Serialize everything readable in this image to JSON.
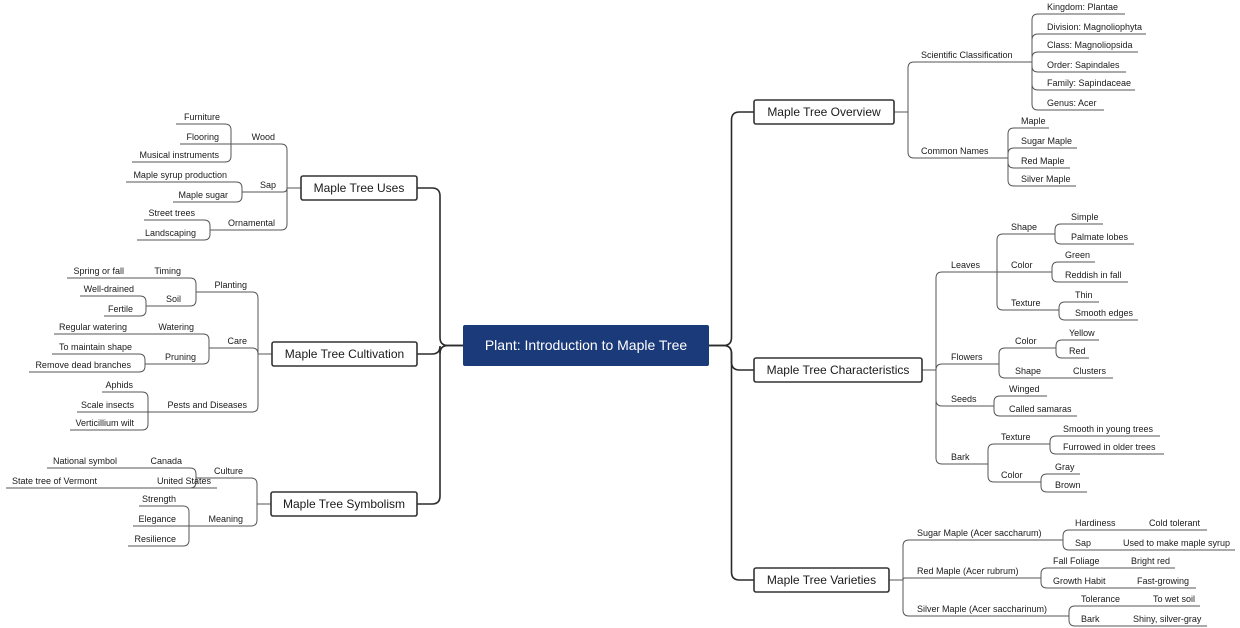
{
  "root": {
    "label": "Plant: Introduction to Maple Tree",
    "color": "#1b3a7a"
  },
  "right": [
    {
      "label": "Maple Tree Overview",
      "children": [
        {
          "label": "Scientific Classification",
          "children": [
            {
              "label": "Kingdom: Plantae"
            },
            {
              "label": "Division: Magnoliophyta"
            },
            {
              "label": "Class: Magnoliopsida"
            },
            {
              "label": "Order: Sapindales"
            },
            {
              "label": "Family: Sapindaceae"
            },
            {
              "label": "Genus: Acer"
            }
          ]
        },
        {
          "label": "Common Names",
          "children": [
            {
              "label": "Maple"
            },
            {
              "label": "Sugar Maple"
            },
            {
              "label": "Red Maple"
            },
            {
              "label": "Silver Maple"
            }
          ]
        }
      ]
    },
    {
      "label": "Maple Tree Characteristics",
      "children": [
        {
          "label": "Leaves",
          "children": [
            {
              "label": "Shape",
              "children": [
                {
                  "label": "Simple"
                },
                {
                  "label": "Palmate lobes"
                }
              ]
            },
            {
              "label": "Color",
              "children": [
                {
                  "label": "Green"
                },
                {
                  "label": "Reddish in fall"
                }
              ]
            },
            {
              "label": "Texture",
              "children": [
                {
                  "label": "Thin"
                },
                {
                  "label": "Smooth edges"
                }
              ]
            }
          ]
        },
        {
          "label": "Flowers",
          "children": [
            {
              "label": "Color",
              "children": [
                {
                  "label": "Yellow"
                },
                {
                  "label": "Red"
                }
              ]
            },
            {
              "label": "Shape",
              "children": [
                {
                  "label": "Clusters"
                }
              ]
            }
          ]
        },
        {
          "label": "Seeds",
          "children": [
            {
              "label": "Winged"
            },
            {
              "label": "Called samaras"
            }
          ]
        },
        {
          "label": "Bark",
          "children": [
            {
              "label": "Texture",
              "children": [
                {
                  "label": "Smooth in young trees"
                },
                {
                  "label": "Furrowed in older trees"
                }
              ]
            },
            {
              "label": "Color",
              "children": [
                {
                  "label": "Gray"
                },
                {
                  "label": "Brown"
                }
              ]
            }
          ]
        }
      ]
    },
    {
      "label": "Maple Tree Varieties",
      "children": [
        {
          "label": "Sugar Maple (Acer saccharum)",
          "children": [
            {
              "label": "Hardiness",
              "children": [
                {
                  "label": "Cold tolerant"
                }
              ]
            },
            {
              "label": "Sap",
              "children": [
                {
                  "label": "Used to make maple syrup"
                }
              ]
            }
          ]
        },
        {
          "label": "Red Maple (Acer rubrum)",
          "children": [
            {
              "label": "Fall Foliage",
              "children": [
                {
                  "label": "Bright red"
                }
              ]
            },
            {
              "label": "Growth Habit",
              "children": [
                {
                  "label": "Fast-growing"
                }
              ]
            }
          ]
        },
        {
          "label": "Silver Maple (Acer saccharinum)",
          "children": [
            {
              "label": "Tolerance",
              "children": [
                {
                  "label": "To wet soil"
                }
              ]
            },
            {
              "label": "Bark",
              "children": [
                {
                  "label": "Shiny, silver-gray"
                }
              ]
            }
          ]
        }
      ]
    }
  ],
  "left": [
    {
      "label": "Maple Tree Uses",
      "children": [
        {
          "label": "Wood",
          "children": [
            {
              "label": "Furniture"
            },
            {
              "label": "Flooring"
            },
            {
              "label": "Musical instruments"
            }
          ]
        },
        {
          "label": "Sap",
          "children": [
            {
              "label": "Maple syrup production"
            },
            {
              "label": "Maple sugar"
            }
          ]
        },
        {
          "label": "Ornamental",
          "children": [
            {
              "label": "Street trees"
            },
            {
              "label": "Landscaping"
            }
          ]
        }
      ]
    },
    {
      "label": "Maple Tree Cultivation",
      "children": [
        {
          "label": "Planting",
          "children": [
            {
              "label": "Timing",
              "children": [
                {
                  "label": "Spring or fall"
                }
              ]
            },
            {
              "label": "Soil",
              "children": [
                {
                  "label": "Well-drained"
                },
                {
                  "label": "Fertile"
                }
              ]
            }
          ]
        },
        {
          "label": "Care",
          "children": [
            {
              "label": "Watering",
              "children": [
                {
                  "label": "Regular watering"
                }
              ]
            },
            {
              "label": "Pruning",
              "children": [
                {
                  "label": "To maintain shape"
                },
                {
                  "label": "Remove dead branches"
                }
              ]
            }
          ]
        },
        {
          "label": "Pests and Diseases",
          "children": [
            {
              "label": "Aphids"
            },
            {
              "label": "Scale insects"
            },
            {
              "label": "Verticillium wilt"
            }
          ]
        }
      ]
    },
    {
      "label": "Maple Tree Symbolism",
      "children": [
        {
          "label": "Culture",
          "children": [
            {
              "label": "Canada",
              "children": [
                {
                  "label": "National symbol"
                }
              ]
            },
            {
              "label": "United States",
              "children": [
                {
                  "label": "State tree of Vermont"
                }
              ]
            }
          ]
        },
        {
          "label": "Meaning",
          "children": [
            {
              "label": "Strength"
            },
            {
              "label": "Elegance"
            },
            {
              "label": "Resilience"
            }
          ]
        }
      ]
    }
  ]
}
